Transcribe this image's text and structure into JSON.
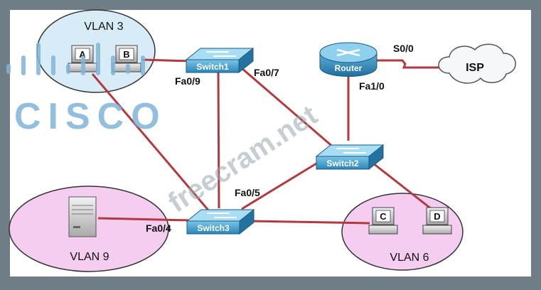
{
  "vlans": {
    "vlan3": "VLAN 3",
    "vlan9": "VLAN 9",
    "vlan6": "VLAN 6"
  },
  "devices": {
    "switch1": "Switch1",
    "switch2": "Switch2",
    "switch3": "Switch3",
    "router": "Router",
    "isp": "ISP"
  },
  "hosts": {
    "a": "A",
    "b": "B",
    "c": "C",
    "d": "D"
  },
  "ports": {
    "fa0_9": "Fa0/9",
    "fa0_7": "Fa0/7",
    "fa0_5": "Fa0/5",
    "fa0_4": "Fa0/4",
    "fa1_0": "Fa1/0",
    "s0_0": "S0/0"
  },
  "watermarks": {
    "brand": "CISCO",
    "site": "freecram.net"
  },
  "colors": {
    "link": "#b23a3f",
    "vlan3_fill": "#d8ecf7",
    "vlan_pink_fill": "#f4cdf0",
    "device_blue": "#2f8fc0"
  }
}
